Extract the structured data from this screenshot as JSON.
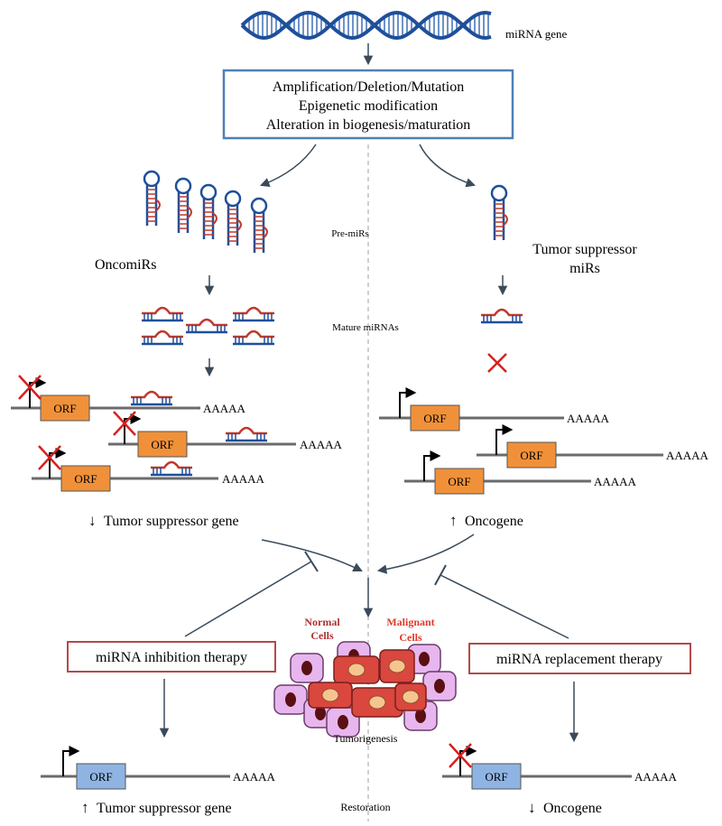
{
  "labels": {
    "gene": "miRNA gene",
    "alterations": [
      "Amplification/Deletion/Mutation",
      "Epigenetic modification",
      "Alteration in biogenesis/maturation"
    ],
    "pre_mirs": "Pre-miRs",
    "mature_mirnas": "Mature miRNAs",
    "oncomirs": "OncomiRs",
    "tumor_suppressor_mirs": [
      "Tumor suppressor",
      "miRs"
    ],
    "orf": "ORF",
    "polya": "AAAAA",
    "left_outcome": "Tumor suppressor gene",
    "right_outcome": "Oncogene",
    "inhibition_therapy": "miRNA inhibition therapy",
    "replacement_therapy": "miRNA replacement therapy",
    "normal_cells": [
      "Normal",
      "Cells"
    ],
    "malignant_cells": [
      "Malignant",
      "Cells"
    ],
    "tumorigenesis": "Tumorigenesis",
    "restoration": "Restoration",
    "bottom_left_outcome": "Tumor suppressor gene",
    "bottom_right_outcome": "Oncogene"
  },
  "colors": {
    "dna_blue": "#1f4f9a",
    "stem_red": "#c0392b",
    "box_blue_border": "#4f7fb8",
    "therapy_box_border": "#b34a4a",
    "orf_orange": "#f0913a",
    "orf_blue": "#8fb4e3",
    "normal_cell": "#e8b6ee",
    "malignant_cell": "#d9473f",
    "nucleus_dark": "#5a0f12",
    "nucleus_light": "#f6c48f",
    "normal_text": "#b03030",
    "malignant_text": "#e03a2a",
    "inhibit_x": "#d62020"
  },
  "icons": [
    "dna-helix-icon",
    "hairpin-icon",
    "mature-mirna-icon",
    "promoter-arrow-icon",
    "inhibition-x-icon",
    "up-arrow-icon",
    "down-arrow-icon"
  ]
}
